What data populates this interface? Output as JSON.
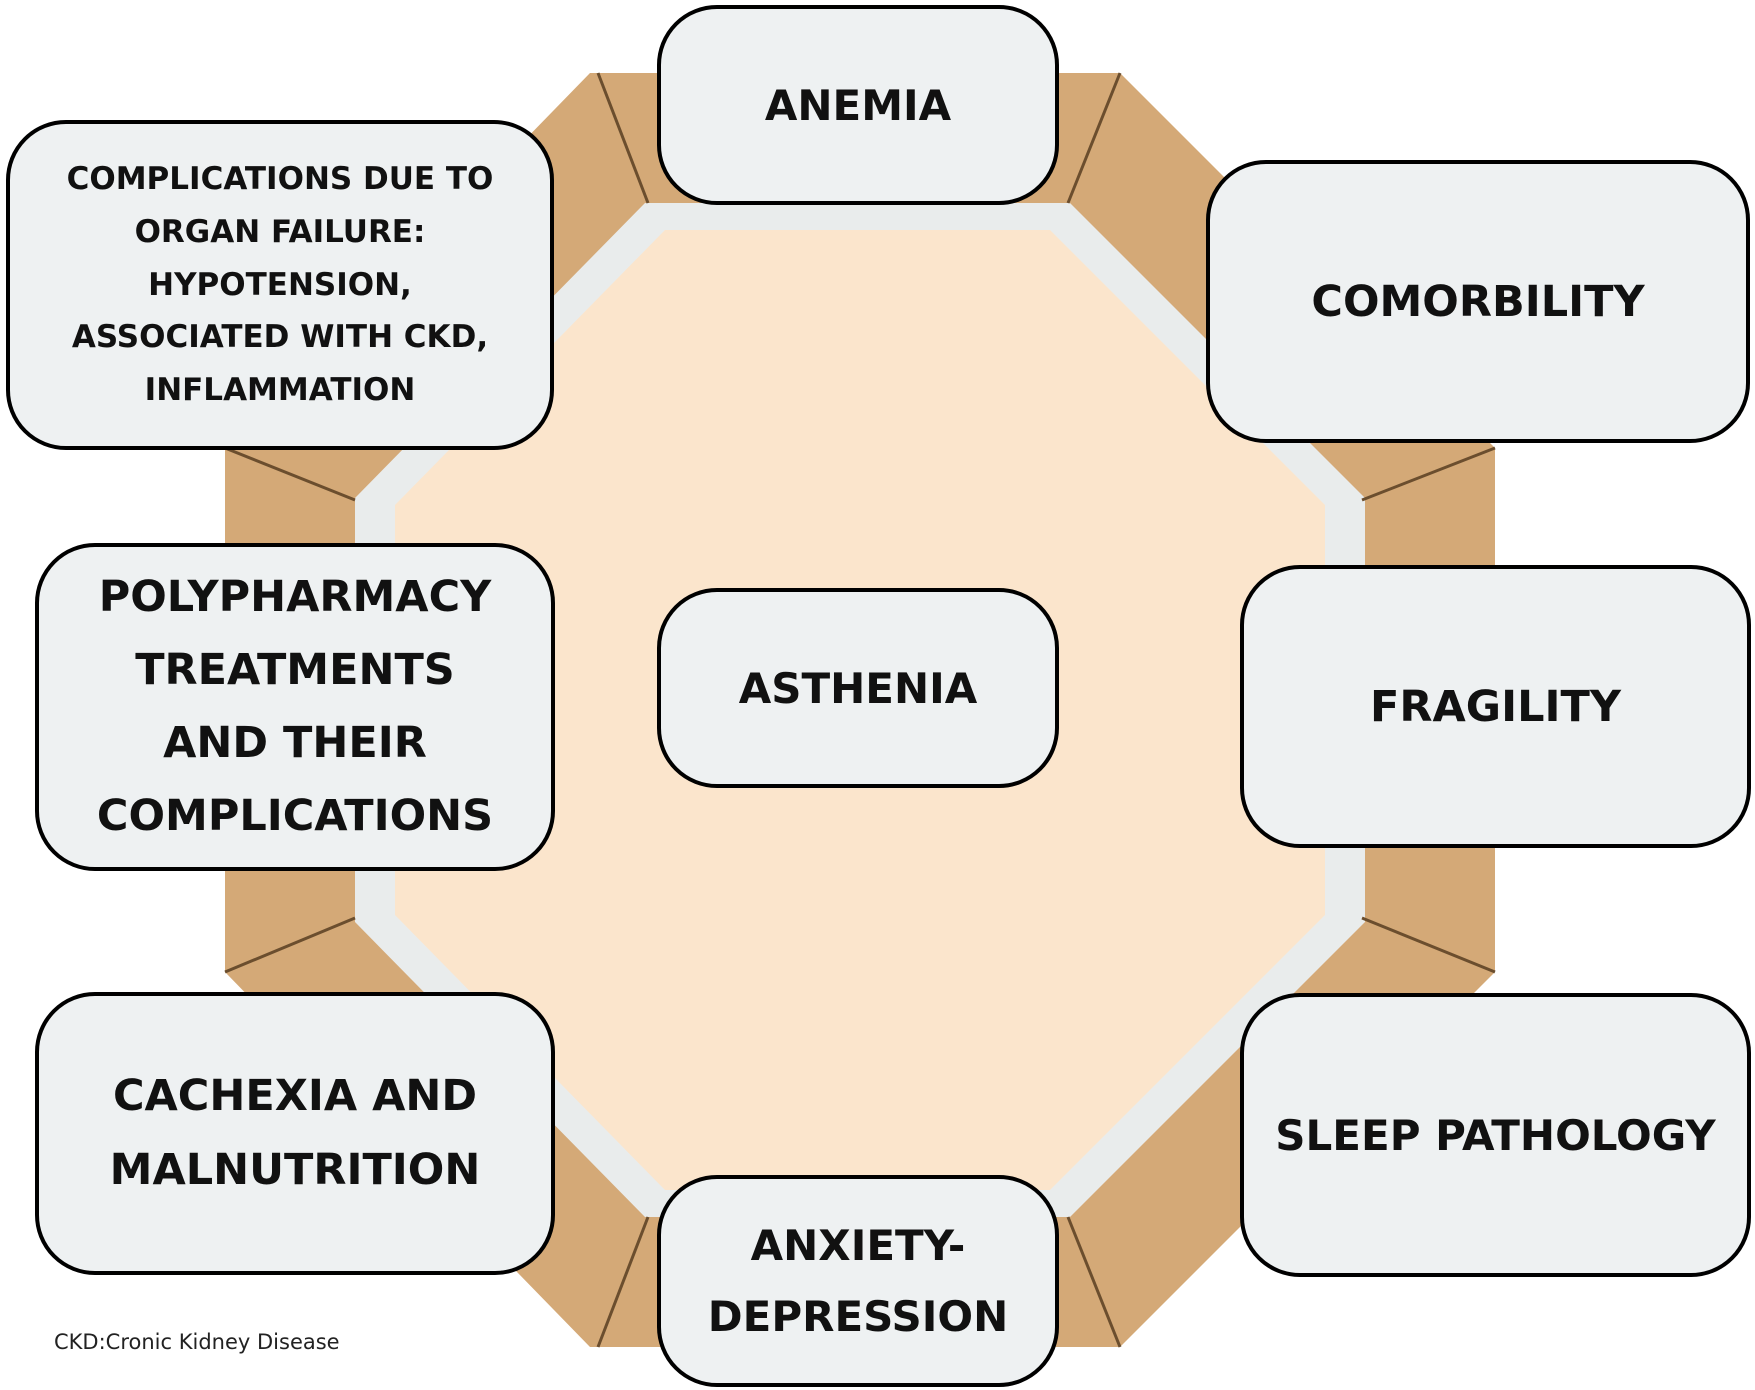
{
  "colors": {
    "outer_ring": "#d4a977",
    "inner_band": "#e9ecec",
    "core": "#fbe5cc",
    "box_fill": "#eef1f2",
    "box_border": "#000000",
    "divider": "#6b4e2e"
  },
  "center": {
    "label": "ASTHENIA"
  },
  "nodes": [
    {
      "id": "anemia",
      "label": "ANEMIA"
    },
    {
      "id": "comorbidity",
      "label": "COMORBILITY"
    },
    {
      "id": "fragility",
      "label": "FRAGILITY"
    },
    {
      "id": "sleep",
      "label": "SLEEP PATHOLOGY"
    },
    {
      "id": "anxiety",
      "label": "ANXIETY-\nDEPRESSION"
    },
    {
      "id": "cachexia",
      "label": "CACHEXIA AND\nMALNUTRITION"
    },
    {
      "id": "polypharmacy",
      "label": "POLYPHARMACY\nTREATMENTS\nAND THEIR\nCOMPLICATIONS"
    },
    {
      "id": "organ",
      "label": "COMPLICATIONS DUE TO\nORGAN FAILURE:\nHYPOTENSION,\nASSOCIATED WITH CKD,\nINFLAMMATION"
    }
  ],
  "footnote": "CKD:Cronic Kidney Disease"
}
